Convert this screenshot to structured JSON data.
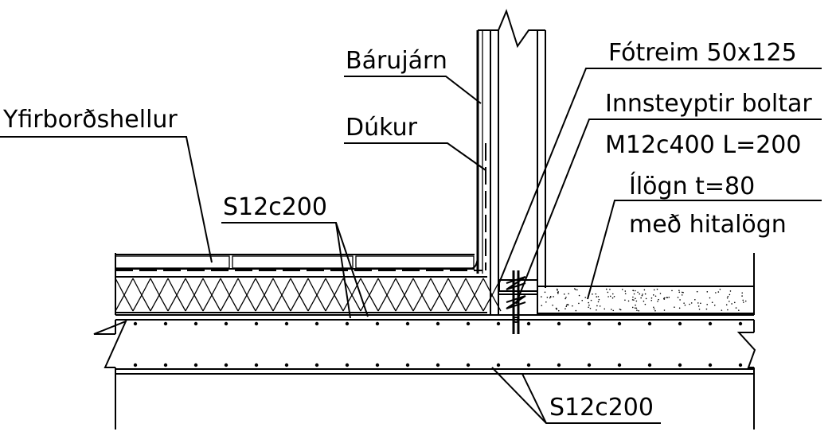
{
  "labels": {
    "barujarn": "Bárujárn",
    "dukur": "Dúkur",
    "yfirbordshellur": "Yfirborðshellur",
    "s12c200_top": "S12c200",
    "fotreim": "Fótreim 50x125",
    "innsteyptir_line1": "Innsteyptir boltar",
    "innsteyptir_line2": "M12c400 L=200",
    "ilogn_line1": "Ílögn t=80",
    "ilogn_line2": "með hitalögn",
    "s12c200_bottom": "S12c200"
  }
}
